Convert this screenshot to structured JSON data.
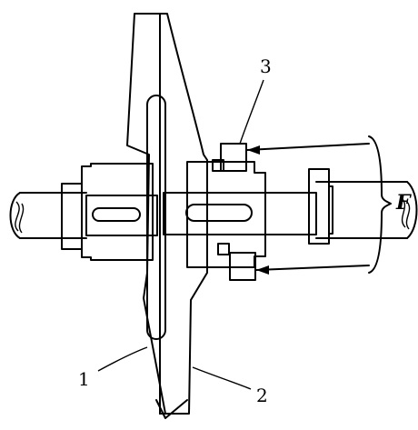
{
  "labels": {
    "part_1": "1",
    "part_2": "2",
    "part_3": "3",
    "force": "F"
  },
  "colors": {
    "ink": "#000000",
    "paper": "#ffffff"
  }
}
